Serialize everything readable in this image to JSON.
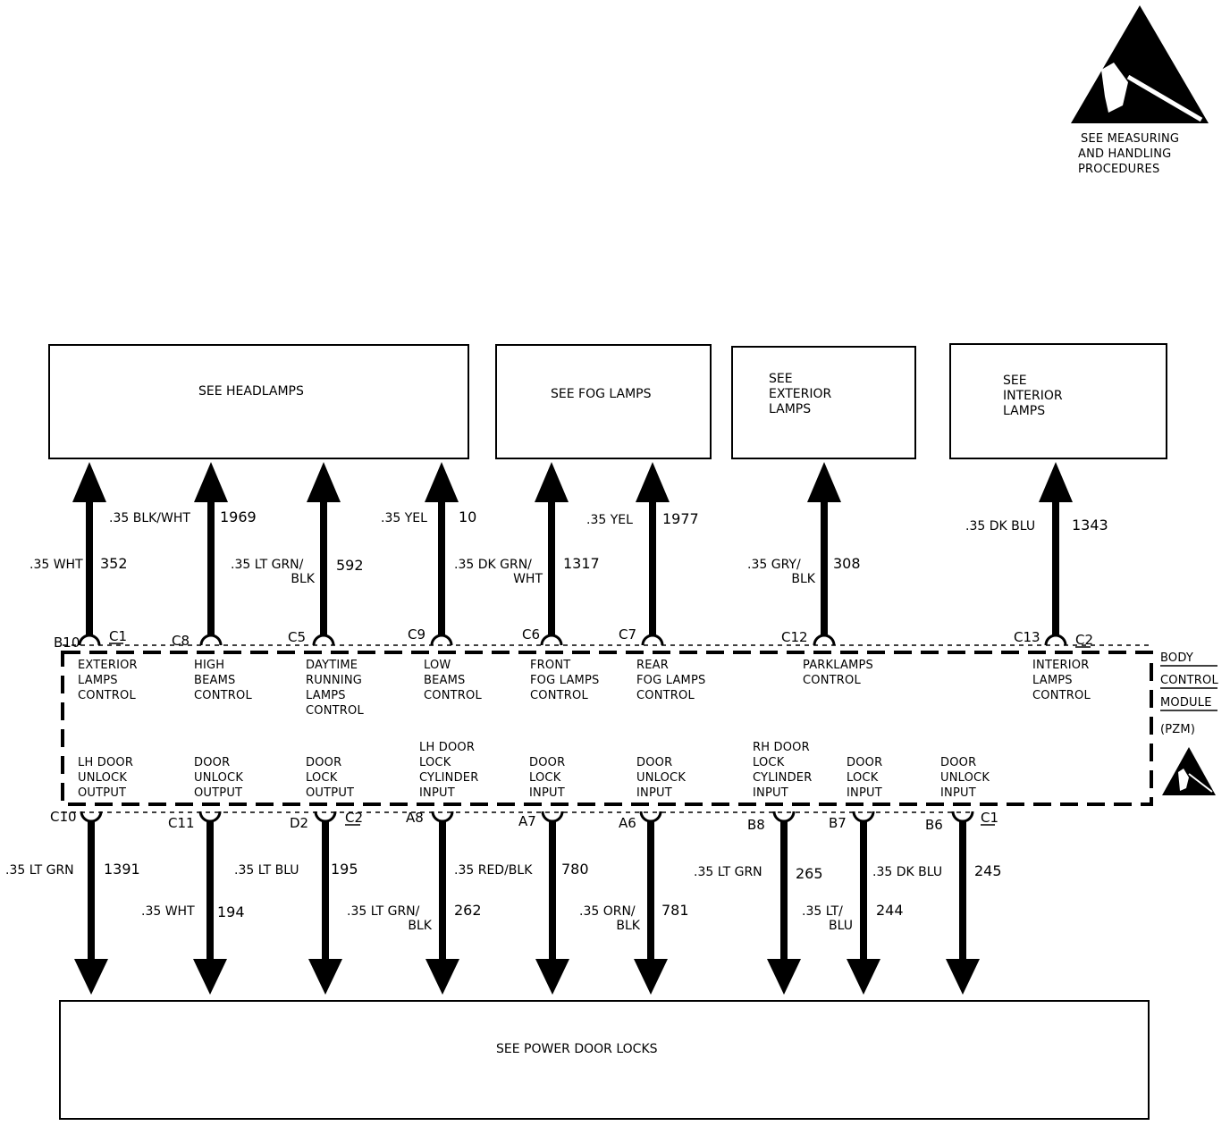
{
  "esd_caption": [
    "SEE MEASURING",
    "AND HANDLING",
    "PROCEDURES"
  ],
  "boxes": {
    "headlamps": [
      "SEE HEADLAMPS"
    ],
    "fog_lamps": [
      "SEE FOG LAMPS"
    ],
    "exterior_lamps": [
      "SEE",
      "EXTERIOR",
      "LAMPS"
    ],
    "interior_lamps": [
      "SEE",
      "INTERIOR",
      "LAMPS"
    ],
    "power_door_locks": [
      "SEE POWER DOOR LOCKS"
    ]
  },
  "module": {
    "label": [
      "BODY",
      "CONTROL",
      "MODULE",
      "(PZM)"
    ],
    "connector_labels": {
      "top_left": "C1",
      "top_right": "C2",
      "bottom_mid": "C2",
      "bottom_right": "C1"
    }
  },
  "upper_circuits": [
    {
      "pin": "B10",
      "wire": [
        ".35 WHT"
      ],
      "circuit": "352",
      "function": [
        "EXTERIOR",
        "LAMPS",
        "CONTROL"
      ]
    },
    {
      "pin": "C8",
      "wire": [
        ".35 BLK/WHT"
      ],
      "circuit": "1969",
      "function": [
        "HIGH",
        "BEAMS",
        "CONTROL"
      ]
    },
    {
      "pin": "C5",
      "wire": [
        ".35 LT GRN/",
        "BLK"
      ],
      "circuit": "592",
      "function": [
        "DAYTIME",
        "RUNNING",
        "LAMPS",
        "CONTROL"
      ]
    },
    {
      "pin": "C9",
      "wire": [
        ".35 YEL"
      ],
      "circuit": "10",
      "function": [
        "LOW",
        "BEAMS",
        "CONTROL"
      ]
    },
    {
      "pin": "C6",
      "wire": [
        ".35 DK GRN/",
        "WHT"
      ],
      "circuit": "1317",
      "function": [
        "FRONT",
        "FOG LAMPS",
        "CONTROL"
      ]
    },
    {
      "pin": "C7",
      "wire": [
        ".35 YEL"
      ],
      "circuit": "1977",
      "function": [
        "REAR",
        "FOG LAMPS",
        "CONTROL"
      ]
    },
    {
      "pin": "C12",
      "wire": [
        ".35 GRY/",
        "BLK"
      ],
      "circuit": "308",
      "function": [
        "PARKLAMPS",
        "CONTROL"
      ]
    },
    {
      "pin": "C13",
      "wire": [
        ".35 DK BLU"
      ],
      "circuit": "1343",
      "function": [
        "INTERIOR",
        "LAMPS",
        "CONTROL"
      ]
    }
  ],
  "lower_circuits": [
    {
      "pin": "C10",
      "wire": [
        ".35 LT GRN"
      ],
      "circuit": "1391",
      "function": [
        "LH DOOR",
        "UNLOCK",
        "OUTPUT"
      ]
    },
    {
      "pin": "C11",
      "wire": [
        ".35 WHT"
      ],
      "circuit": "194",
      "function": [
        "DOOR",
        "UNLOCK",
        "OUTPUT"
      ]
    },
    {
      "pin": "D2",
      "wire": [
        ".35 LT BLU"
      ],
      "circuit": "195",
      "function": [
        "DOOR",
        "LOCK",
        "OUTPUT"
      ]
    },
    {
      "pin": "A8",
      "wire": [
        ".35 LT GRN/",
        "BLK"
      ],
      "circuit": "262",
      "function": [
        "LH DOOR",
        "LOCK",
        "CYLINDER",
        "INPUT"
      ]
    },
    {
      "pin": "A7",
      "wire": [
        ".35 RED/BLK"
      ],
      "circuit": "780",
      "function": [
        "DOOR",
        "LOCK",
        "INPUT"
      ]
    },
    {
      "pin": "A6",
      "wire": [
        ".35 ORN/",
        "BLK"
      ],
      "circuit": "781",
      "function": [
        "DOOR",
        "UNLOCK",
        "INPUT"
      ]
    },
    {
      "pin": "B8",
      "wire": [
        ".35 LT GRN"
      ],
      "circuit": "265",
      "function": [
        "RH DOOR",
        "LOCK",
        "CYLINDER",
        "INPUT"
      ]
    },
    {
      "pin": "B7",
      "wire": [
        ".35 LT/",
        "BLU"
      ],
      "circuit": "244",
      "function": [
        "DOOR",
        "LOCK",
        "INPUT"
      ]
    },
    {
      "pin": "B6",
      "wire": [
        ".35 DK BLU"
      ],
      "circuit": "245",
      "function": [
        "DOOR",
        "UNLOCK",
        "INPUT"
      ]
    }
  ],
  "colors": {
    "ink": "#000000",
    "paper": "#ffffff"
  }
}
